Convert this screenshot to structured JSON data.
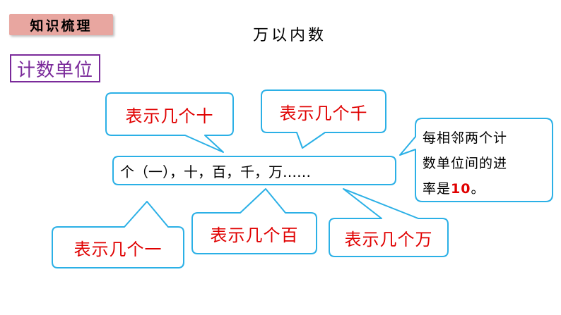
{
  "header": {
    "tag": "知识梳理",
    "title": "万以内数"
  },
  "section": {
    "label": "计数单位"
  },
  "sequence": {
    "text": "个（一），十，百，千，万……"
  },
  "callouts": {
    "ones": "表示几个一",
    "tens": "表示几个十",
    "hundreds": "表示几个百",
    "thousands": "表示几个千",
    "ten_thousands": "表示几个万"
  },
  "note": {
    "line1": "每相邻两个计",
    "line2": "数单位间的进",
    "line3_prefix": "率是",
    "line3_value": "10",
    "line3_suffix": "。"
  },
  "colors": {
    "border": "#2bb0e6",
    "callout_text": "#e00000",
    "section_color": "#7a2a9a",
    "tag_bg": "#e8a6a0"
  }
}
